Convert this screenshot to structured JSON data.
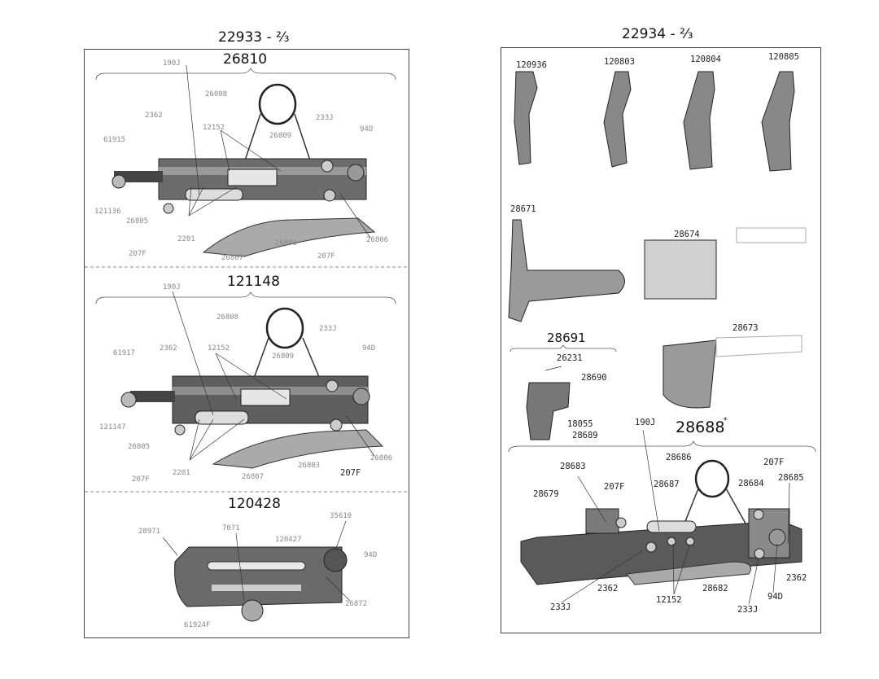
{
  "left_page": {
    "heading": "22933 - ⅔",
    "sections": [
      {
        "title": "26810",
        "labels": [
          "190J",
          "26808",
          "2362",
          "12152",
          "26809",
          "233J",
          "94D",
          "61915",
          "121136",
          "26805",
          "2201",
          "207F",
          "26803",
          "26807",
          "207F",
          "26806"
        ]
      },
      {
        "title": "121148",
        "labels": [
          "190J",
          "26808",
          "233J",
          "61917",
          "2362",
          "12152",
          "26809",
          "94D",
          "121147",
          "26805",
          "207F",
          "2201",
          "26807",
          "26803",
          "207F",
          "26806"
        ]
      },
      {
        "title": "120428",
        "labels": [
          "28971",
          "7071",
          "120427",
          "35610",
          "94D",
          "26872",
          "61924F"
        ]
      }
    ]
  },
  "right_page": {
    "heading": "22934 - ⅔",
    "top_parts": [
      "120936",
      "120803",
      "120804",
      "120805"
    ],
    "middle_labels": {
      "a": "28671",
      "b": "28674",
      "c": "28673"
    },
    "subassembly": {
      "title": "28691",
      "labels": [
        "26231",
        "28690",
        "18055",
        "28689"
      ]
    },
    "assembly": {
      "title": "28688",
      "mark": "*",
      "labels": [
        "190J",
        "28686",
        "28683",
        "207F",
        "207F",
        "28679",
        "28687",
        "28684",
        "28685",
        "2362",
        "2362",
        "12152",
        "28682",
        "233J",
        "94D",
        "233J"
      ]
    }
  }
}
